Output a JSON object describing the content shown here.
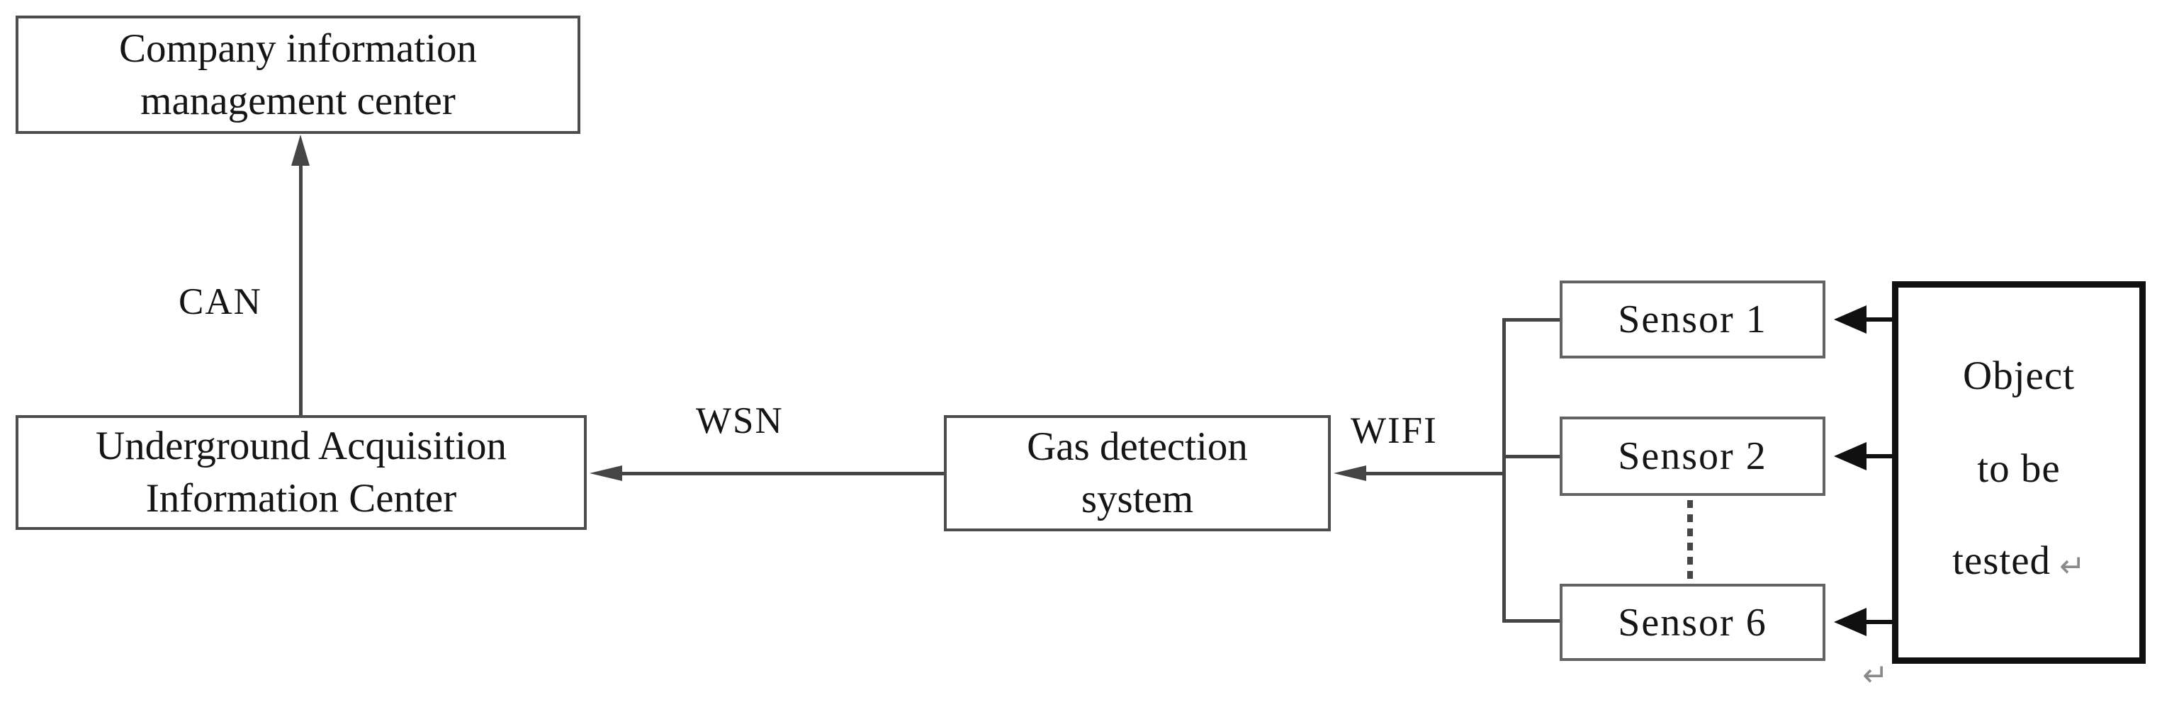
{
  "colors": {
    "background": "#ffffff",
    "line": "#454545",
    "box_border": "#4d4d4d",
    "sensor_border": "#636363",
    "object_border": "#101010",
    "text": "#151515",
    "return_mark": "#8a8a8a"
  },
  "diagram": {
    "nodes": {
      "company": {
        "line1": "Company information",
        "line2": "management center"
      },
      "underground": {
        "line1": "Underground Acquisition",
        "line2": "Information Center"
      },
      "gas": {
        "line1": "Gas detection",
        "line2": "system"
      },
      "sensor1": {
        "label": "Sensor 1"
      },
      "sensor2": {
        "label": "Sensor 2"
      },
      "sensor6": {
        "label": "Sensor 6"
      },
      "object": {
        "line1": "Object",
        "line2": "to be",
        "line3": "tested"
      }
    },
    "edge_labels": {
      "can": "CAN",
      "wsn": "WSN",
      "wifi": "WIFI"
    },
    "marks": {
      "paragraph_return": "↵"
    }
  }
}
